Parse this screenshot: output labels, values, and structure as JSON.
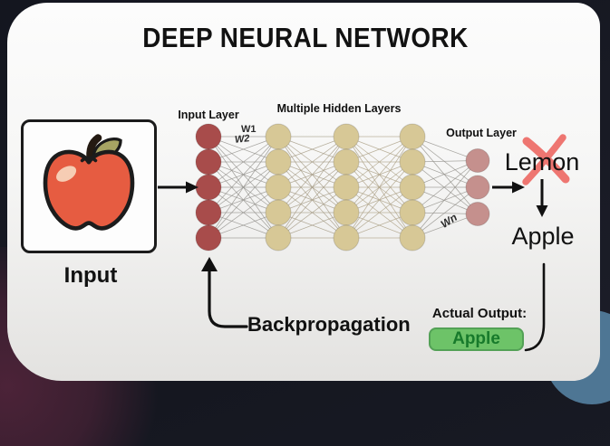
{
  "title": "DEEP NEURAL NETWORK",
  "input": {
    "caption": "Input",
    "image": "apple-illustration"
  },
  "network": {
    "input_layer_label": "Input Layer",
    "hidden_layers_label": "Multiple Hidden Layers",
    "output_layer_label": "Output Layer",
    "weight_labels": {
      "w1": "W1",
      "w2": "W2",
      "wn": "Wn"
    },
    "layers": [
      {
        "name": "input-layer",
        "count": 5,
        "color": "#a84c4b",
        "radius": 14
      },
      {
        "name": "hidden-layer-1",
        "count": 5,
        "color": "#d7c896",
        "radius": 14
      },
      {
        "name": "hidden-layer-2",
        "count": 5,
        "color": "#d7c896",
        "radius": 14
      },
      {
        "name": "hidden-layer-3",
        "count": 5,
        "color": "#d7c896",
        "radius": 14
      },
      {
        "name": "output-layer",
        "count": 3,
        "color": "#c5908d",
        "radius": 13
      }
    ],
    "connection_colors": [
      "#92908b",
      "#a59b85",
      "#aca085",
      "#93918b"
    ]
  },
  "output": {
    "predicted": "Lemon",
    "corrected": "Apple",
    "cross_color": "#ee7671"
  },
  "backpropagation_label": "Backpropagation",
  "actual_output": {
    "label": "Actual Output:",
    "value": "Apple",
    "badge_bg": "#6dc368",
    "badge_border": "#53a156",
    "badge_text_color": "#177a2b"
  },
  "colors": {
    "card_top": "#fcfcfc",
    "card_bottom": "#e3e2e0",
    "frame_dark": "#181a24",
    "frame_maroon": "#42222f",
    "frame_blue": "#4e7694",
    "apple_body": "#e65c41",
    "apple_leaf": "#a6a463",
    "apple_highlight": "#f6cdb4"
  }
}
